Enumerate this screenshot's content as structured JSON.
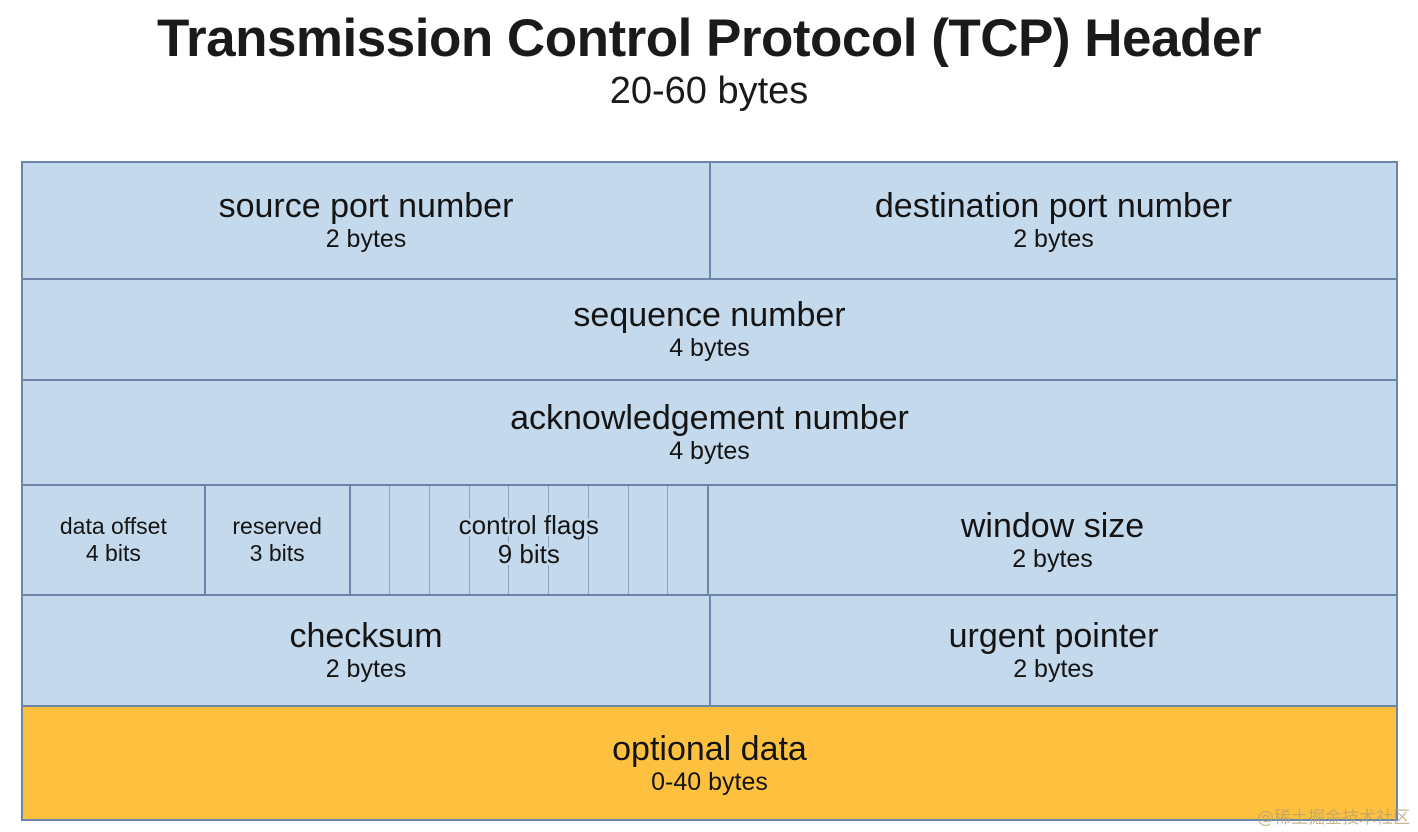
{
  "title": {
    "main": "Transmission Control Protocol (TCP) Header",
    "subtitle": "20-60 bytes"
  },
  "colors": {
    "cell_fill": "#c5d9ed",
    "options_fill": "#fdc13f",
    "border": "#6b84a8",
    "inner_divider": "#8ba3c2",
    "text": "#141414"
  },
  "diagram": {
    "rows": [
      {
        "id": "row-ports",
        "cells": [
          {
            "name": "source port number",
            "size": "2 bytes"
          },
          {
            "name": "destination port number",
            "size": "2 bytes"
          }
        ]
      },
      {
        "id": "row-seq",
        "cells": [
          {
            "name": "sequence number",
            "size": "4 bytes"
          }
        ]
      },
      {
        "id": "row-ack",
        "cells": [
          {
            "name": "acknowledgement number",
            "size": "4 bytes"
          }
        ]
      },
      {
        "id": "row-flags",
        "cells": [
          {
            "name": "data offset",
            "size": "4 bits"
          },
          {
            "name": "reserved",
            "size": "3 bits"
          },
          {
            "name": "control flags",
            "size": "9 bits",
            "subcells": 9
          },
          {
            "name": "window size",
            "size": "2 bytes"
          }
        ]
      },
      {
        "id": "row-cksum",
        "cells": [
          {
            "name": "checksum",
            "size": "2 bytes"
          },
          {
            "name": "urgent pointer",
            "size": "2 bytes"
          }
        ]
      },
      {
        "id": "row-options",
        "cells": [
          {
            "name": "optional data",
            "size": "0-40 bytes"
          }
        ]
      }
    ]
  },
  "watermark": "@稀土掘金技术社区"
}
